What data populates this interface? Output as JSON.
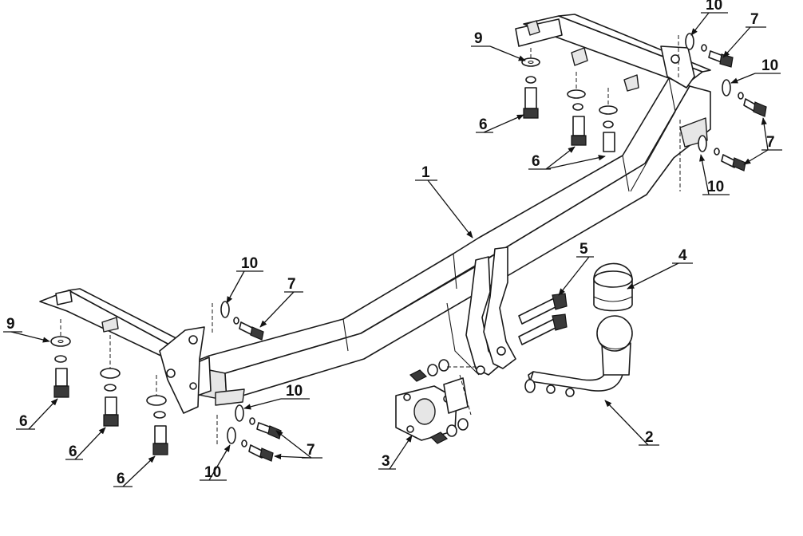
{
  "callouts": {
    "c1": "1",
    "c2": "2",
    "c3": "3",
    "c4": "4",
    "c5": "5",
    "c6a": "6",
    "c6b": "6",
    "c6c": "6",
    "c6d": "6",
    "c6e": "6",
    "c7a": "7",
    "c7b": "7",
    "c7c": "7",
    "c7d": "7",
    "c9a": "9",
    "c9b": "9",
    "c10a": "10",
    "c10b": "10",
    "c10c": "10",
    "c10d": "10",
    "c10e": "10",
    "c10f": "10"
  }
}
